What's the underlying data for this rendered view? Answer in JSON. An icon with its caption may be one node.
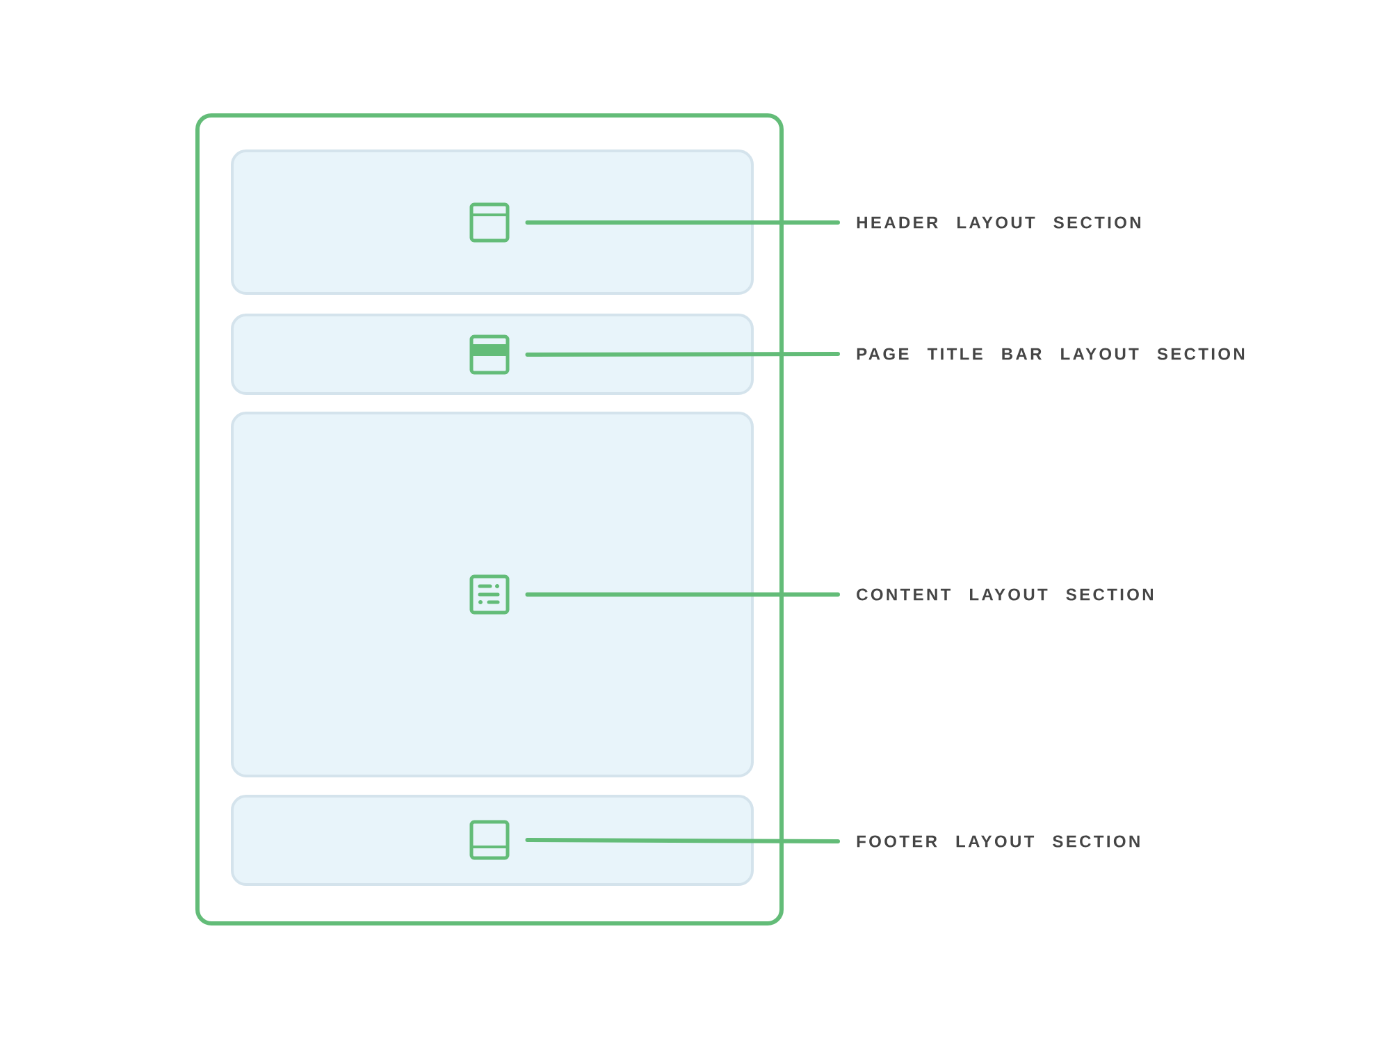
{
  "diagram": {
    "nodes": [
      {
        "text": [],
        "shape": "box"
      },
      {
        "text": [],
        "shape": "box",
        "in": 0
      },
      {
        "text": [],
        "shape": "icon",
        "in": 1
      },
      {
        "text": [
          "HEADER LAYOUT SECTION"
        ]
      },
      {
        "text": [],
        "shape": "box",
        "in": 0
      },
      {
        "text": [],
        "shape": "icon",
        "in": 4
      },
      {
        "text": [
          "PAGE TITLE BAR LAYOUT SECTION"
        ]
      },
      {
        "text": [],
        "shape": "box",
        "in": 0
      },
      {
        "text": [],
        "shape": "icon",
        "in": 7
      },
      {
        "text": [
          "CONTENT LAYOUT SECTION"
        ]
      },
      {
        "text": [],
        "shape": "box",
        "in": 0
      },
      {
        "text": [],
        "shape": "icon",
        "in": 10
      },
      {
        "text": [
          "FOOTER LAYOUT SECTION"
        ]
      }
    ],
    "edges": [
      {
        "from": 3,
        "to": 2,
        "arrow": "none"
      },
      {
        "from": 6,
        "to": 5,
        "arrow": "none"
      },
      {
        "from": 9,
        "to": 8,
        "arrow": "none"
      },
      {
        "from": 12,
        "to": 11,
        "arrow": "none"
      }
    ]
  }
}
